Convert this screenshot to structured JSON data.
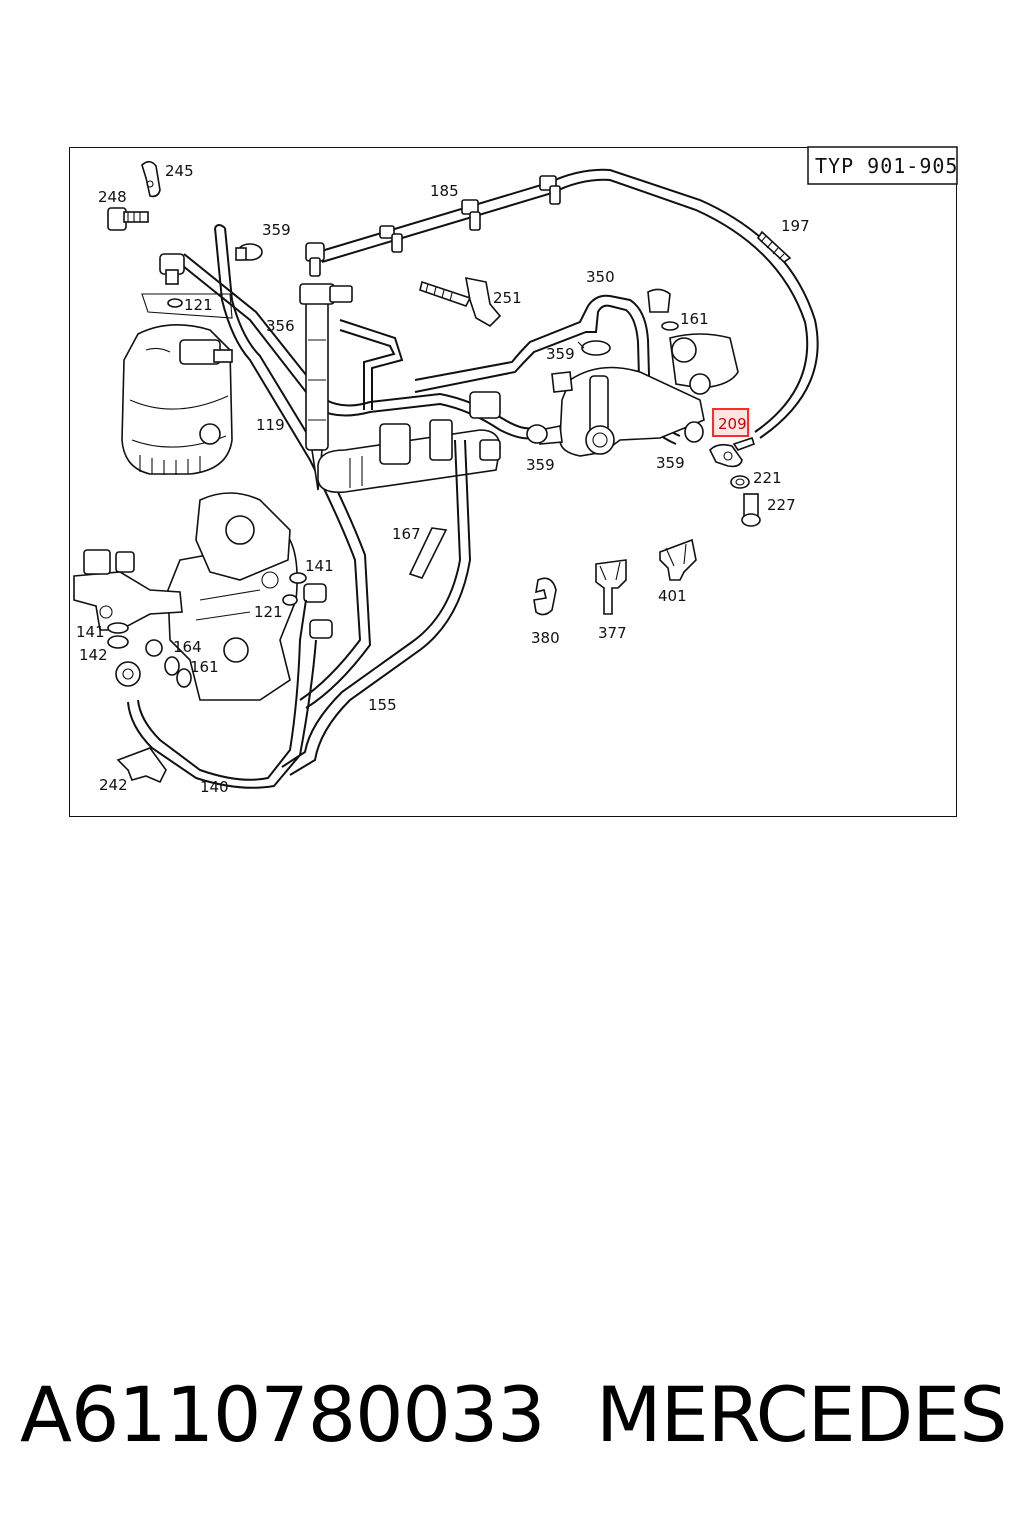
{
  "diagram": {
    "type_label": "TYP 901-905",
    "highlighted_part": "209",
    "highlight_color": "#ff2a2a",
    "callouts": [
      "245",
      "248",
      "359",
      "185",
      "197",
      "121",
      "356",
      "251",
      "350",
      "161",
      "359",
      "119",
      "359",
      "209",
      "359",
      "221",
      "227",
      "167",
      "141",
      "121",
      "141",
      "142",
      "164",
      "161",
      "380",
      "377",
      "401",
      "155",
      "242",
      "140"
    ]
  },
  "footer": {
    "part_number": "A6110780033",
    "brand": "MERCEDES"
  }
}
